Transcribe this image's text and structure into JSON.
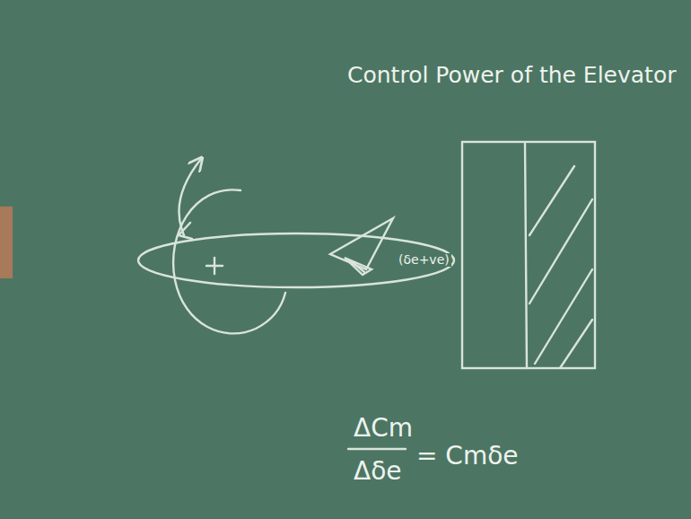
{
  "diagram": {
    "title": "Control Power of the Elevator",
    "labels": [
      "(δe+ve)",
      "ΔCm",
      "Δδe",
      "= Cmδe"
    ]
  }
}
